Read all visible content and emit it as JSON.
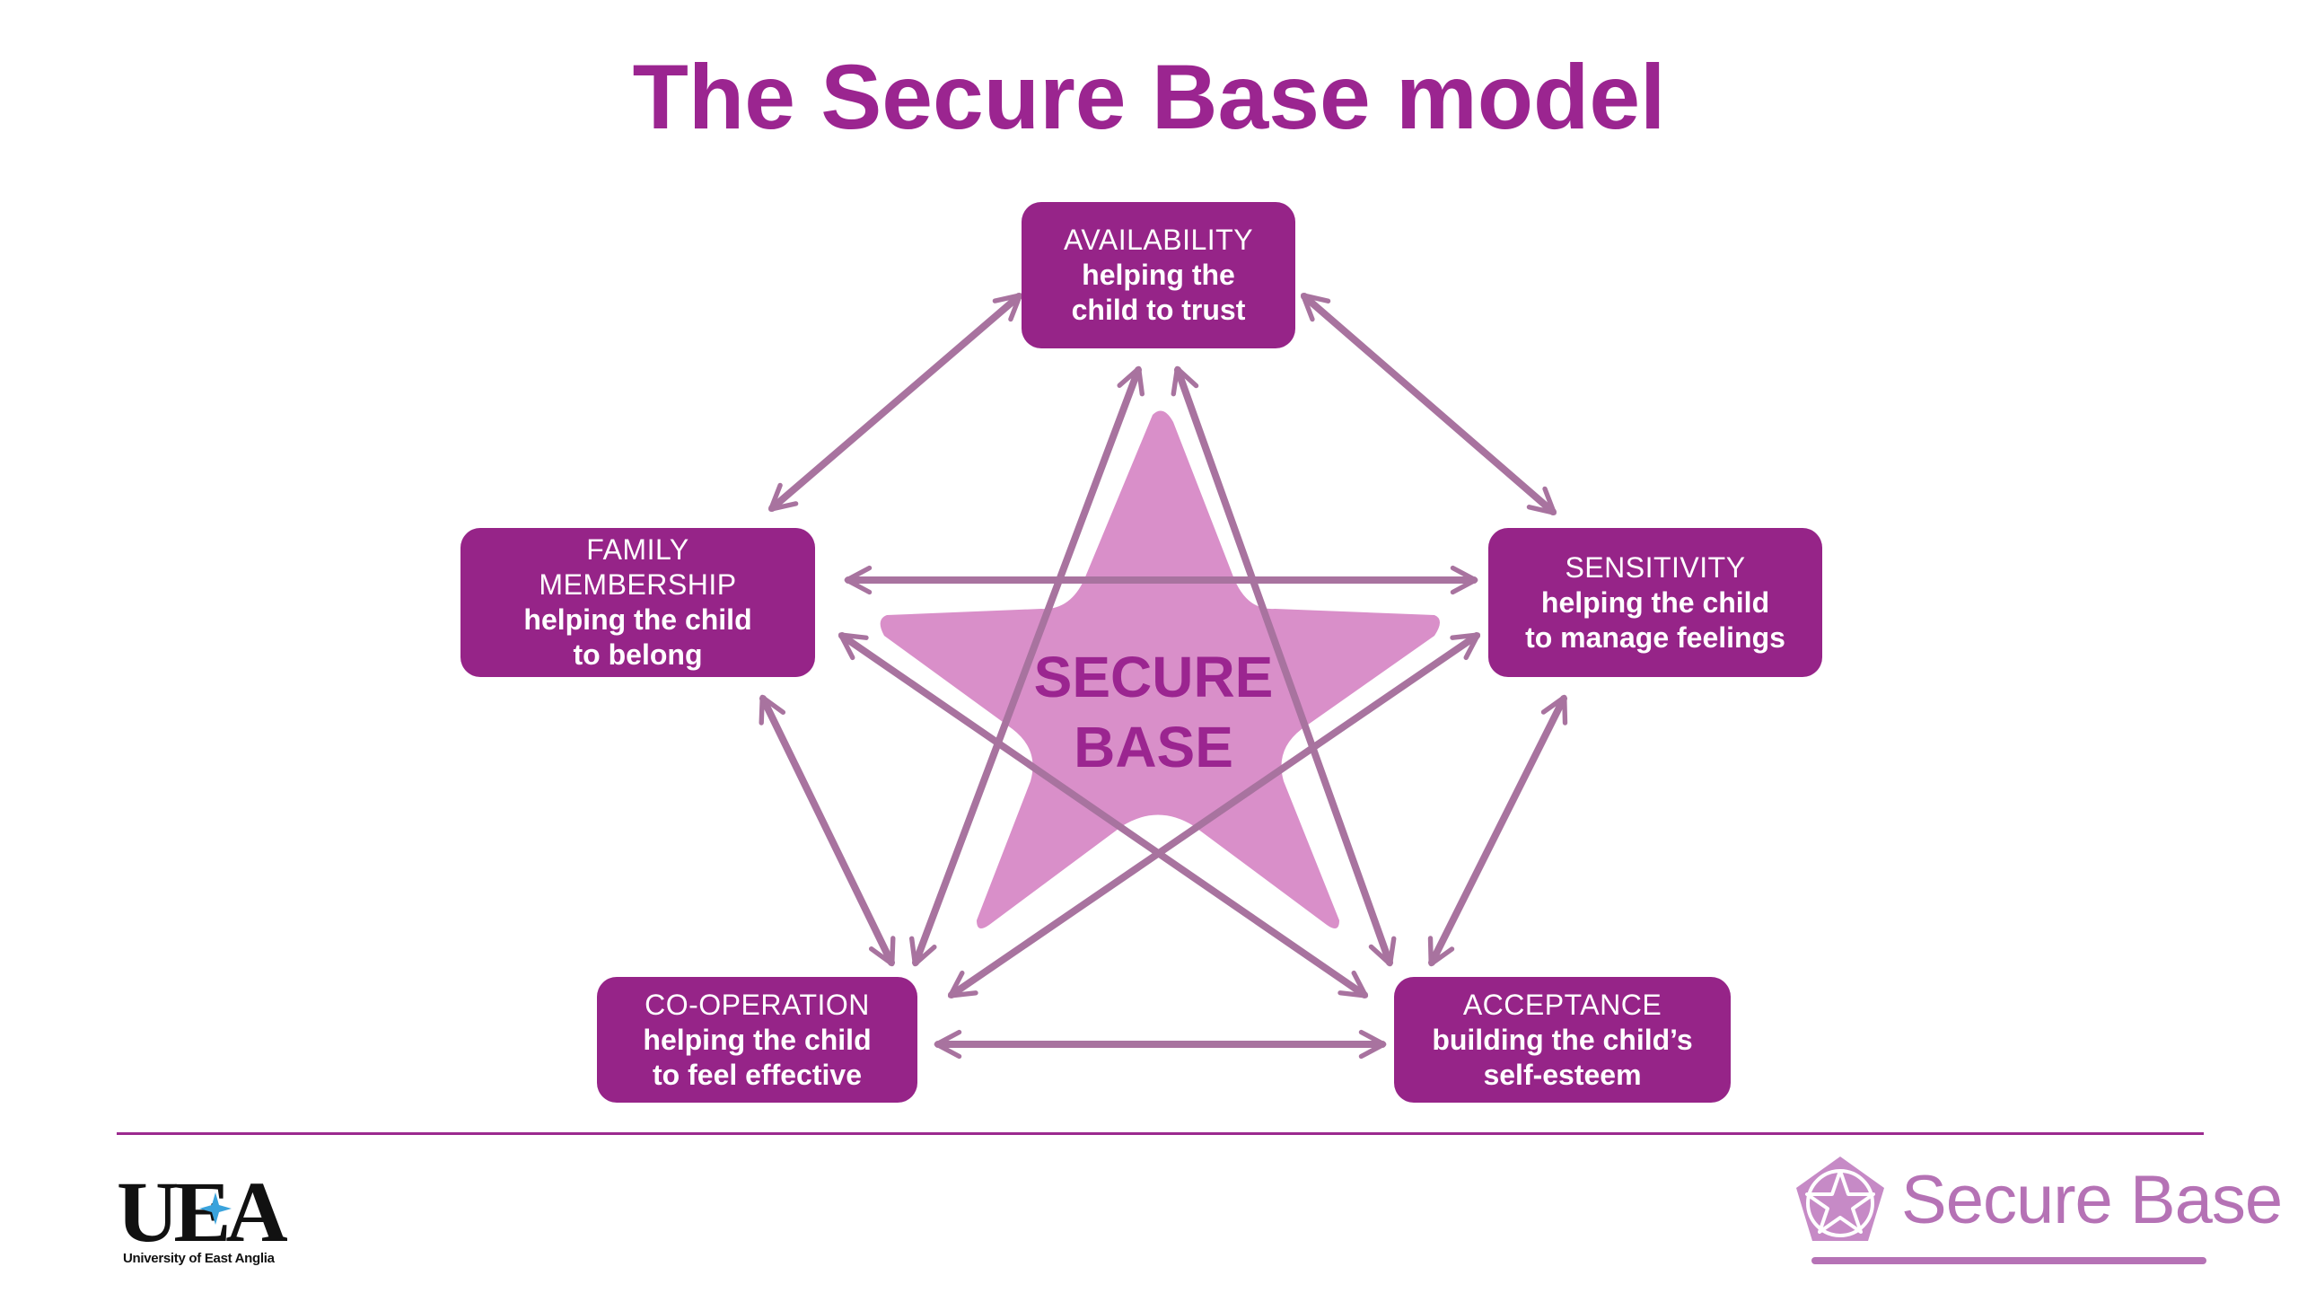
{
  "title": "The Secure Base model",
  "center_label": [
    "SECURE",
    "BASE"
  ],
  "nodes": {
    "availability": {
      "heading": "AVAILABILITY",
      "sub": [
        "helping the",
        "child to trust"
      ]
    },
    "sensitivity": {
      "heading": "SENSITIVITY",
      "sub": [
        "helping the child",
        "to manage feelings"
      ]
    },
    "acceptance": {
      "heading": "ACCEPTANCE",
      "sub": [
        "building the child’s",
        "self-esteem"
      ]
    },
    "cooperation": {
      "heading": "CO-OPERATION",
      "sub": [
        "helping the child",
        "to feel effective"
      ]
    },
    "family": {
      "heading": "FAMILY",
      "heading2": "MEMBERSHIP",
      "sub": [
        "helping the child",
        "to belong"
      ]
    }
  },
  "connections": [
    [
      "availability",
      "sensitivity"
    ],
    [
      "availability",
      "family"
    ],
    [
      "availability",
      "cooperation"
    ],
    [
      "availability",
      "acceptance"
    ],
    [
      "family",
      "sensitivity"
    ],
    [
      "family",
      "cooperation"
    ],
    [
      "family",
      "acceptance"
    ],
    [
      "sensitivity",
      "cooperation"
    ],
    [
      "sensitivity",
      "acceptance"
    ],
    [
      "cooperation",
      "acceptance"
    ]
  ],
  "footer": {
    "uea_text": "University of East Anglia",
    "secure_base_text": "Secure Base"
  },
  "colors": {
    "box": "#962488",
    "title": "#9b2590",
    "arrow": "#a8739f",
    "star": "#d98fc9",
    "logo": "#b572b5"
  }
}
